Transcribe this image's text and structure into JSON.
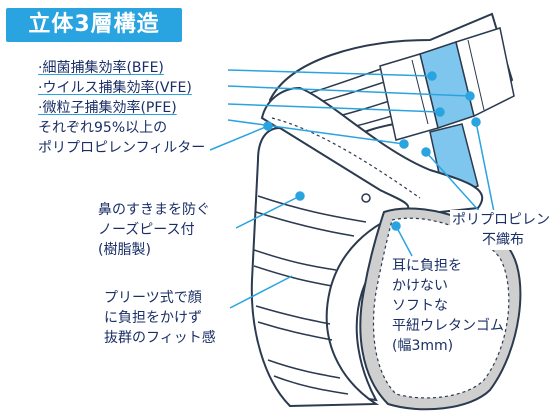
{
  "title": "立体3層構造",
  "filter_annotation": {
    "lines": [
      "·細菌捕集効率(BFE)",
      "·ウイルス捕集効率(VFE)",
      "·微粒子捕集効率(PFE)",
      "それぞれ95%以上の",
      "ポリプロピレンフィルター"
    ]
  },
  "nose_annotation": {
    "lines": [
      "鼻のすきまを防ぐ",
      "ノーズピース付",
      "(樹脂製)"
    ]
  },
  "pleat_annotation": {
    "lines": [
      "プリーツ式で顔",
      "に負担をかけず",
      "抜群のフィット感"
    ]
  },
  "nonwoven_annotation": {
    "lines": [
      "ポリプロピレン",
      "不織布"
    ]
  },
  "ear_annotation": {
    "lines": [
      "耳に負担を",
      "かけない",
      "ソフトな",
      "平紐ウレタンゴム",
      "(幅3mm)"
    ]
  },
  "colors": {
    "accent": "#2aa4e0",
    "text": "#1a2f66",
    "filter_layer": "#7ec6ee",
    "mask_outline": "#2b3a4f"
  }
}
